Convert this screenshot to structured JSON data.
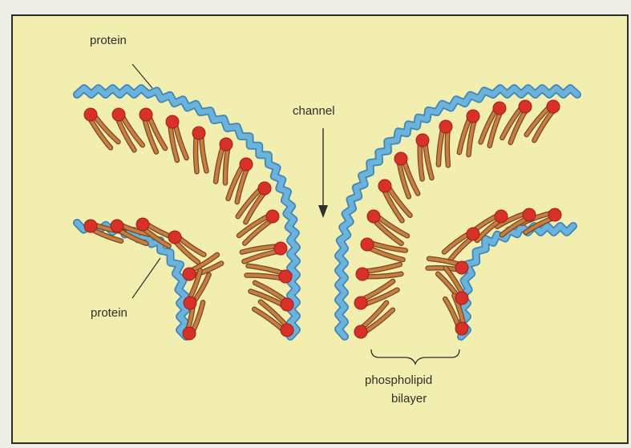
{
  "labels": {
    "protein_top": "protein",
    "channel": "channel",
    "protein_bottom": "protein",
    "phospholipid_line1": "phospholipid",
    "phospholipid_line2": "bilayer"
  },
  "colors": {
    "background": "#f2eeb0",
    "border": "#2b2b2b",
    "protein": "#6cb3dc",
    "protein_outline": "#3f86b8",
    "lipid_head": "#d8312a",
    "lipid_tail": "#c67f41",
    "lipid_tail_outline": "#7a4420",
    "annotation": "#2e2e2e"
  },
  "icons": [
    "protein-coat",
    "phospholipid-molecule",
    "channel-arrow",
    "bilayer-bracket"
  ]
}
